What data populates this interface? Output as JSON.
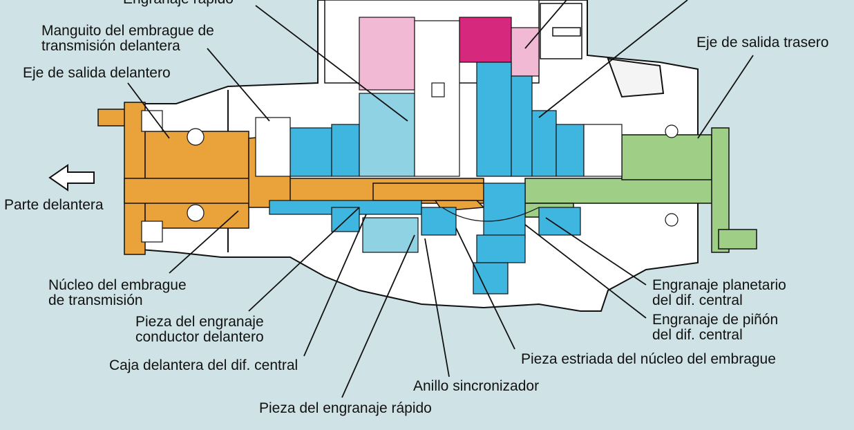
{
  "colors": {
    "background": "#cfe3e6",
    "front_shaft": "#e9a33a",
    "rear_shaft": "#9fcf87",
    "gear_blue": "#3fb6e0",
    "gear_light_blue": "#8fd2e3",
    "gear_pink": "#f2b9d4",
    "gear_magenta": "#d6287c",
    "housing": "#ffffff",
    "line": "#111111"
  },
  "labels": {
    "top_left_cut": "Engranaje rápido",
    "manguito_line1": "Manguito del embrague de",
    "manguito_line2": "transmisión delantera",
    "eje_delantero": "Eje de salida delantero",
    "eje_trasero": "Eje de salida trasero",
    "parte_delantera": "Parte delantera",
    "nucleo_line1": "Núcleo del embrague",
    "nucleo_line2": "de transmisión",
    "pieza_conductor_line1": "Pieza del engranaje",
    "pieza_conductor_line2": "conductor delantero",
    "caja_delantera": "Caja delantera del dif. central",
    "anillo": "Anillo sincronizador",
    "pieza_rapido": "Pieza del engranaje rápido",
    "planetario_line1": "Engranaje planetario",
    "planetario_line2": "del dif. central",
    "pinon_line1": "Engranaje de piñón",
    "pinon_line2": "del dif. central",
    "pieza_estriada": "Pieza estriada del núcleo del embrague"
  },
  "icons": {
    "direction_arrow": "arrow-left-outline-icon"
  }
}
